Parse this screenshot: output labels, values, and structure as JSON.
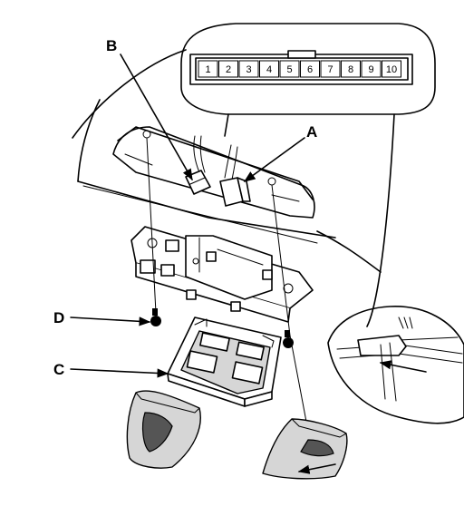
{
  "connector": {
    "pins": [
      "1",
      "2",
      "3",
      "4",
      "5",
      "6",
      "7",
      "8",
      "9",
      "10"
    ]
  },
  "callouts": {
    "a": "A",
    "b": "B",
    "c": "C",
    "d": "D"
  }
}
